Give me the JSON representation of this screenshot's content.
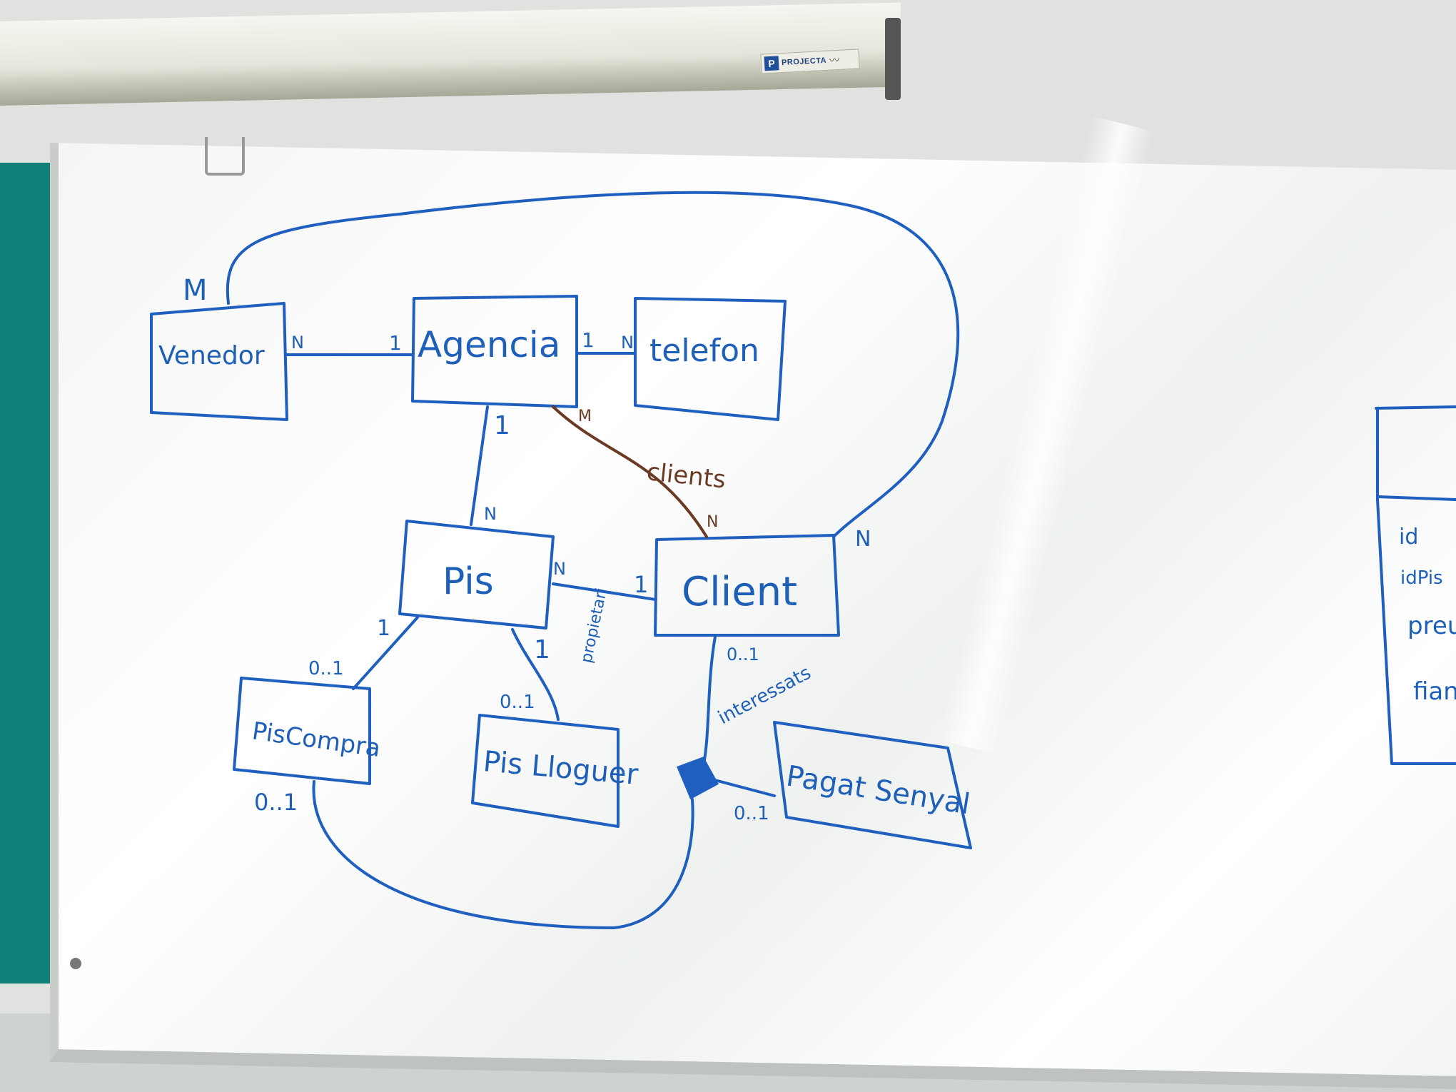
{
  "projector_screen": {
    "brand": "PROJECTA"
  },
  "entities": {
    "venedor": "Venedor",
    "agencia": "Agencia",
    "telefon": "telefon",
    "pis": "Pis",
    "client": "Client",
    "pis_compra": "PisCompra",
    "pis_lloguer": "Pis Lloguer",
    "pagat_senyal": "Pagat Senyal"
  },
  "relationships": {
    "clients": "clients",
    "propietari": "propietari",
    "interessats": "interessats"
  },
  "cardinalities": {
    "venedor_top_M": "M",
    "venedor_agencia_N": "N",
    "venedor_agencia_1": "1",
    "agencia_telefon_1": "1",
    "agencia_telefon_N": "N",
    "agencia_pis_1": "1",
    "agencia_clients_M": "M",
    "clients_client_N": "N",
    "pis_top_N": "N",
    "pis_client_N": "N",
    "pis_client_1": "1",
    "client_loop_N": "N",
    "pis_compra_1": "1",
    "pis_compra_01": "0..1",
    "pis_lloguer_1": "1",
    "pis_lloguer_01": "0..1",
    "client_interessats_01": "0..1",
    "pis_compra_loop_01": "0..1",
    "pagat_senyal_01": "0..1"
  },
  "side_table": {
    "rows": [
      "id",
      "idPis",
      "preu",
      "fian"
    ]
  },
  "colors": {
    "marker_blue": "#1f5fbf",
    "marker_brown": "#6b3a24",
    "board": "#ffffff",
    "wall_teal": "#0f8078"
  }
}
